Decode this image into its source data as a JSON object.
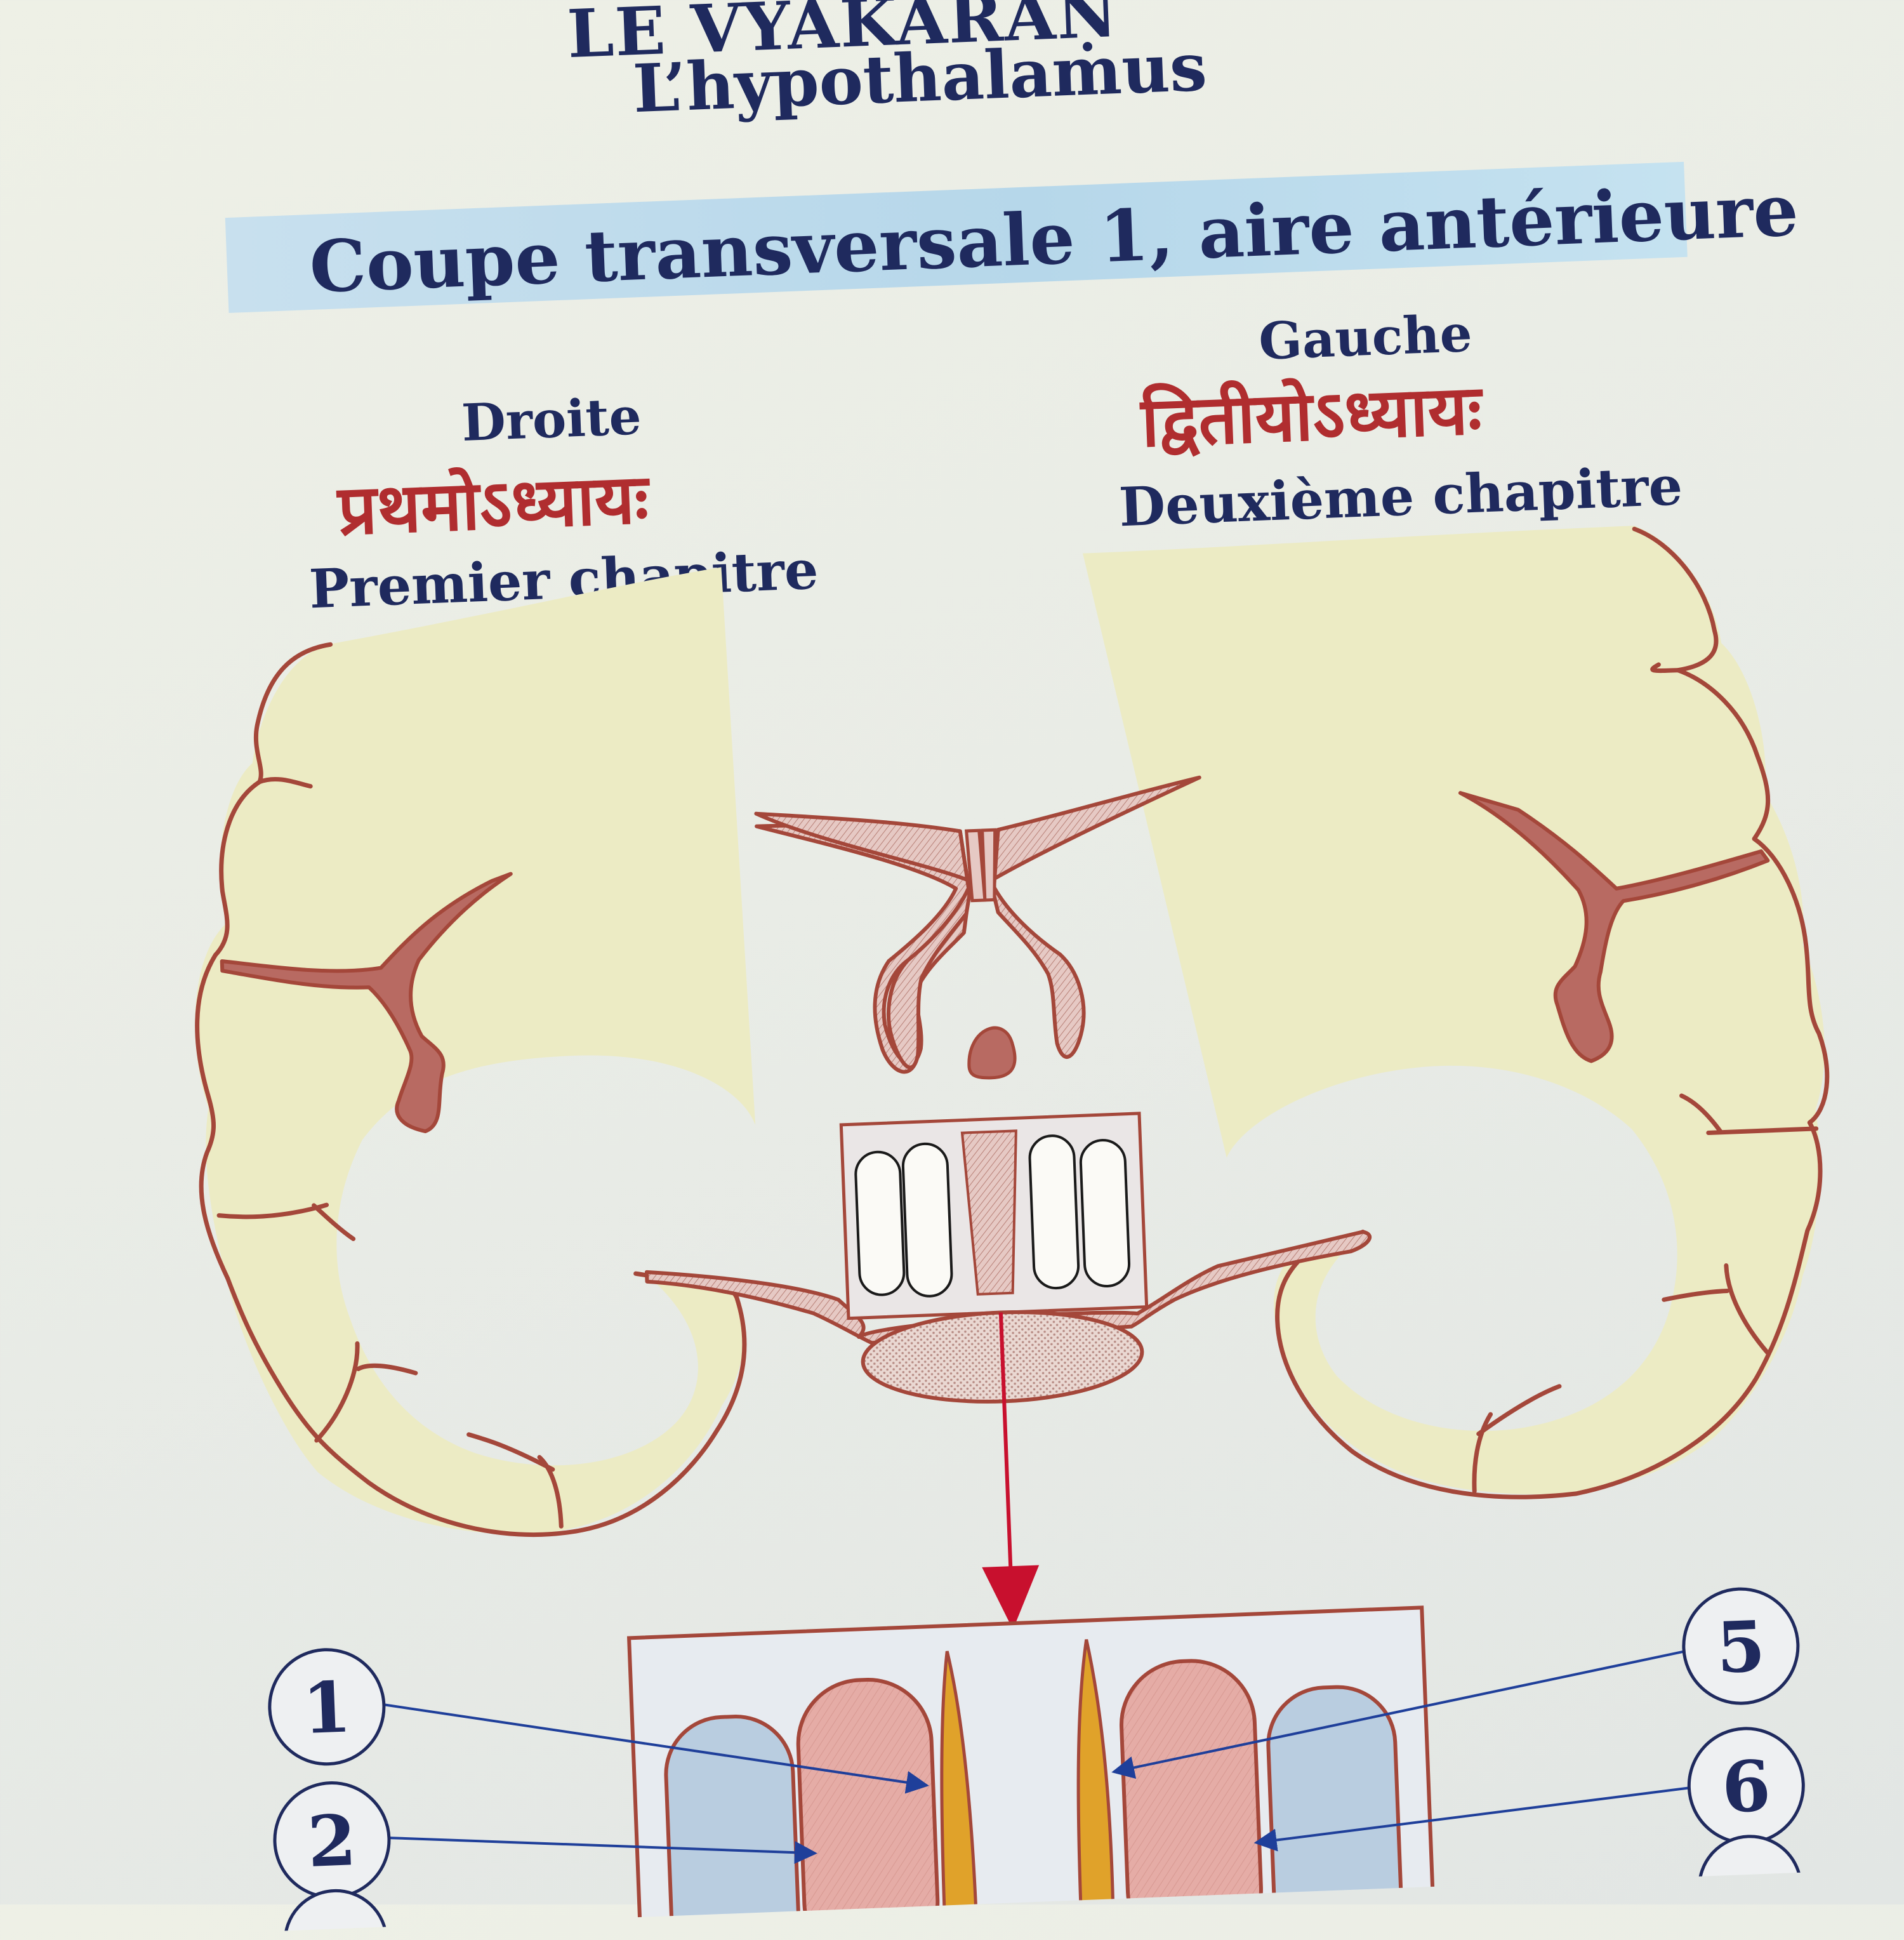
{
  "header": {
    "book_title": "LE VYAKARAṆ",
    "subtitle": "L’hypothalamus",
    "section_title": "Coupe transversale 1, aire antérieure"
  },
  "sides": {
    "right": {
      "label": "Droite",
      "sanskrit": "प्रथमोऽध्यायः",
      "chapter": "Premier chapitre"
    },
    "left": {
      "label": "Gauche",
      "sanskrit": "द्वितीयोऽध्यायः",
      "chapter": "Deuxième chapitre"
    }
  },
  "callouts": [
    "1",
    "2",
    "5",
    "6"
  ],
  "colors": {
    "outline": "#a4473a",
    "brain_fill": "#ecebc4",
    "structure_fill": "#c99a95",
    "pink_nucleus": "#e5aca6",
    "blue_nucleus": "#b9cde0",
    "orange_strip": "#e0a22a",
    "arrow_red": "#c8102e",
    "arrow_blue": "#1f3f9a",
    "label_navy": "#1f2a5e"
  }
}
